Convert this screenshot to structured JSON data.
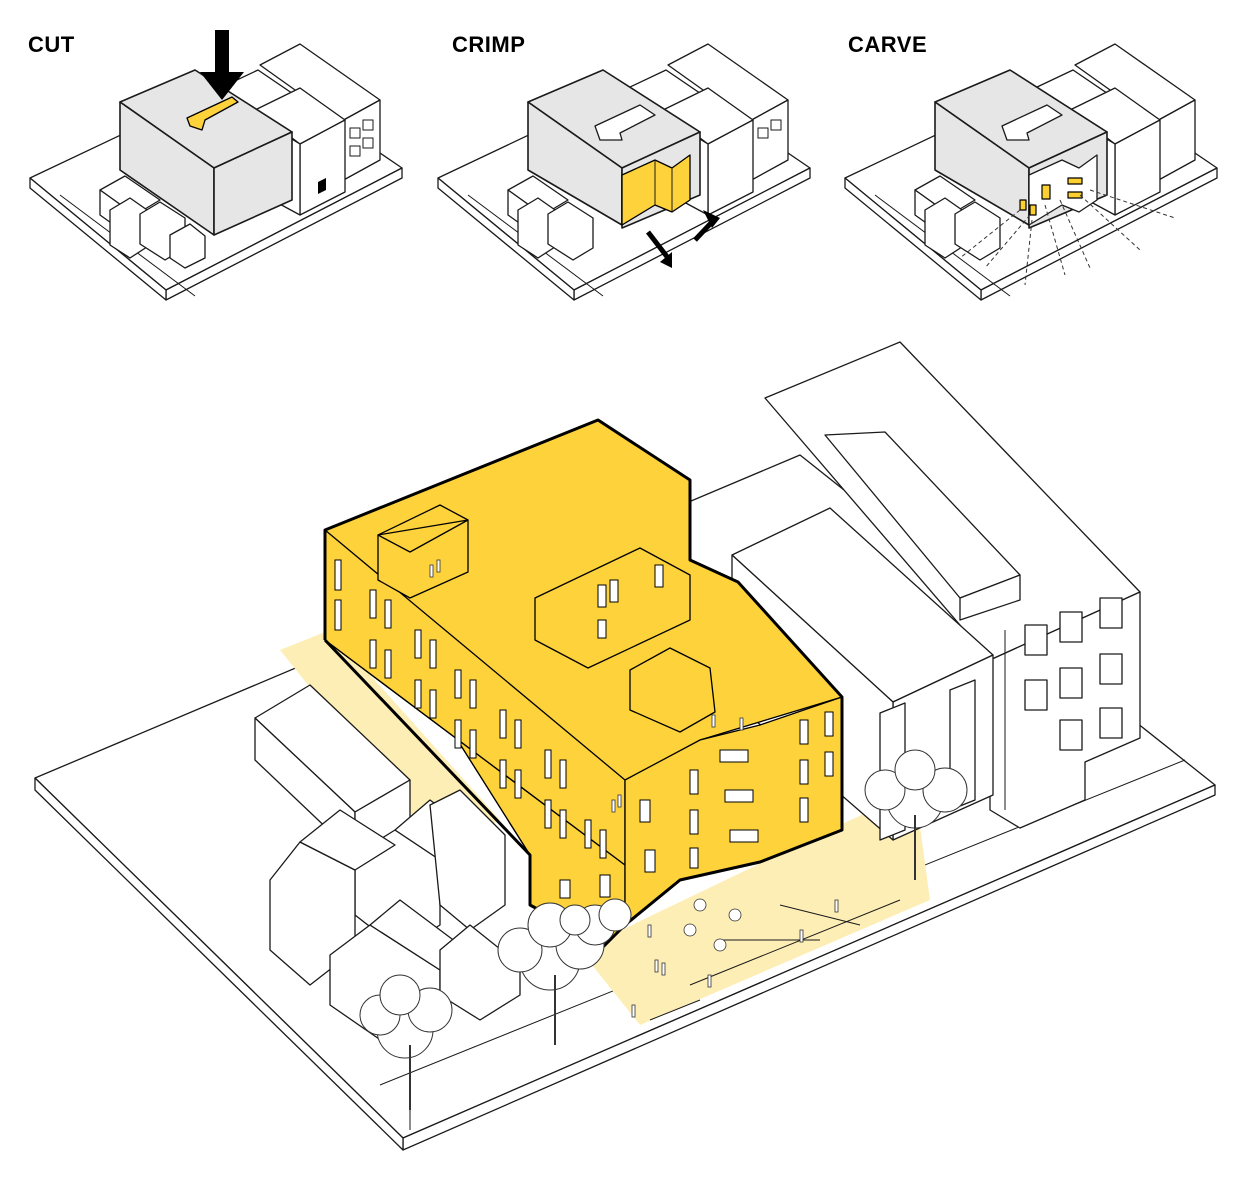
{
  "steps": [
    {
      "id": "cut",
      "label": "CUT"
    },
    {
      "id": "crimp",
      "label": "CRIMP"
    },
    {
      "id": "carve",
      "label": "CARVE"
    }
  ],
  "colors": {
    "building_yellow": "#fdd23b",
    "plaza_yellow": "#fdeeb6",
    "massing_grey": "#e6e6e6",
    "outline": "#000000"
  },
  "icons": {
    "cut": "down-arrow-icon",
    "crimp": "opposing-arrows-icon",
    "carve": "view-cone-icon"
  }
}
